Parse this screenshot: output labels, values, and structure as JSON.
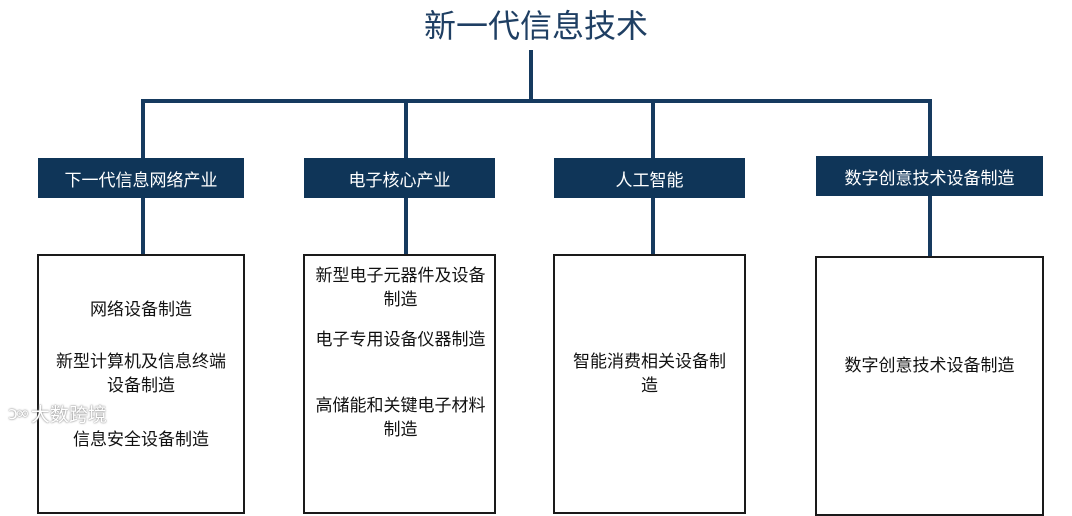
{
  "title": "新一代信息技术",
  "categories": [
    {
      "label": "下一代信息网络产业",
      "items": [
        "网络设备制造",
        "新型计算机及信息终端设备制造",
        "信息安全设备制造"
      ]
    },
    {
      "label": "电子核心产业",
      "items": [
        "新型电子元器件及设备制造",
        "电子专用设备仪器制造",
        "高储能和关键电子材料制造"
      ]
    },
    {
      "label": "人工智能",
      "items": [
        "智能消费相关设备制造"
      ]
    },
    {
      "label": "数字创意技术设备制造",
      "items": [
        "数字创意技术设备制造"
      ]
    }
  ],
  "watermark": {
    "text": "大数跨境"
  },
  "colors": {
    "node_fill": "#0f3558",
    "connector": "#163a5f",
    "title": "#1f3f63"
  }
}
